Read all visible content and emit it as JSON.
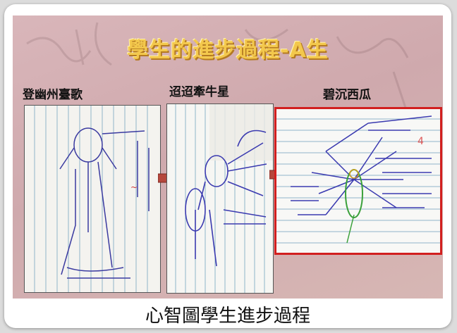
{
  "slide": {
    "title": "學生的進步過程-A生",
    "photos": [
      {
        "label": "登幽州臺歌"
      },
      {
        "label": "迢迢牽牛星"
      },
      {
        "label": "碧沉西瓜"
      }
    ]
  },
  "caption": "心智圖學生進步過程",
  "colors": {
    "title_gold": "#f3c84c",
    "arrow": "#b5473c",
    "highlight_border": "#d21f1f",
    "slide_bg": "#d9b6ba"
  }
}
